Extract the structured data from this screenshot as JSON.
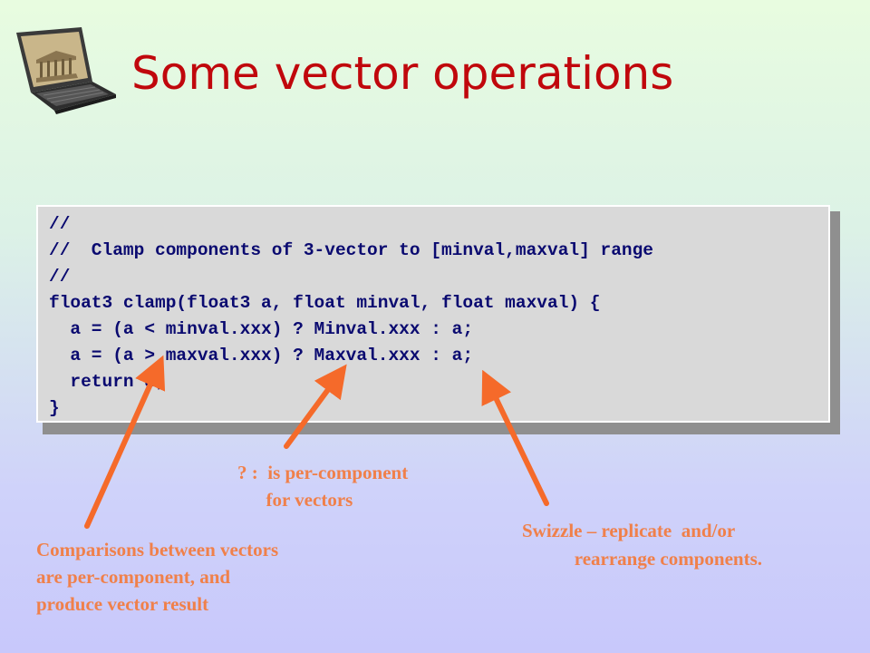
{
  "slide": {
    "title": "Some vector operations"
  },
  "code": {
    "lines": [
      "//",
      "//  Clamp components of 3-vector to [minval,maxval] range",
      "//",
      "float3 clamp(float3 a, float minval, float maxval) {",
      "  a = (a < minval.xxx) ? Minval.xxx : a;",
      "  a = (a > maxval.xxx) ? Maxval.xxx : a;",
      "  return a;",
      "}"
    ]
  },
  "annotations": {
    "ternary": {
      "line1": "? :  is per-component",
      "line2": "      for vectors"
    },
    "swizzle": {
      "line1": "Swizzle – replicate  and/or",
      "line2": "           rearrange components."
    },
    "comparisons": {
      "line1": "Comparisons between vectors",
      "line2": "are per-component, and",
      "line3": "produce vector result"
    }
  },
  "colors": {
    "title": "#c0070c",
    "code_text": "#0a0a70",
    "annotation": "#f0804a",
    "arrow": "#f56a2a"
  },
  "icons": {
    "logo": "laptop-icon"
  }
}
